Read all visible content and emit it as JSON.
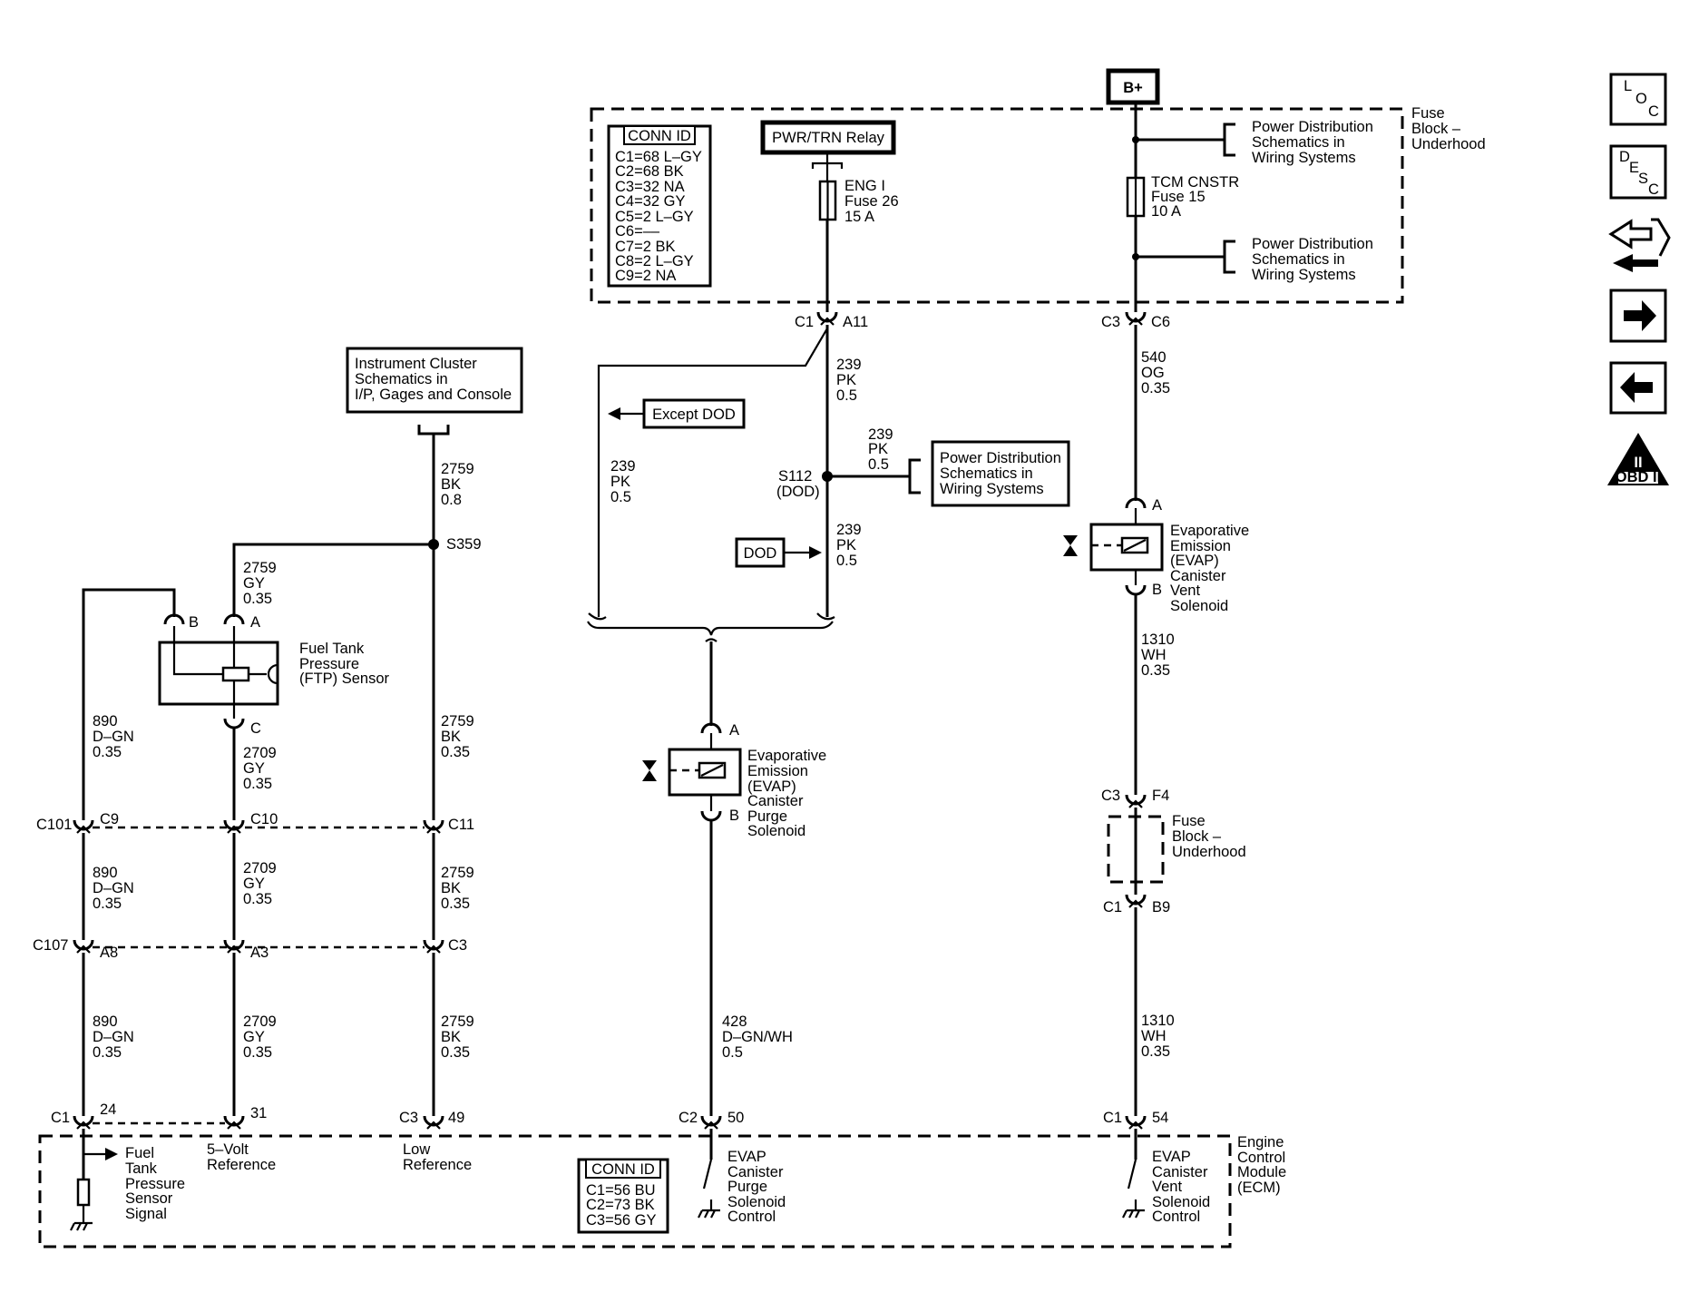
{
  "battery": {
    "label": "B+"
  },
  "fuse_block_top": {
    "label_lines": [
      "Fuse",
      "Block –",
      "Underhood"
    ]
  },
  "conn_id_top": {
    "title": "CONN ID",
    "rows": [
      "C1=68 L–GY",
      "C2=68 BK",
      "C3=32 NA",
      "C4=32 GY",
      "C5=2 L–GY",
      "C6=––",
      "C7=2 BK",
      "C8=2 L–GY",
      "C9=2 NA"
    ]
  },
  "relay": {
    "label": "PWR/TRN Relay"
  },
  "fuse_engi": {
    "lines": [
      "ENG I",
      "Fuse 26",
      "15 A"
    ]
  },
  "fuse_tcm": {
    "lines": [
      "TCM CNSTR",
      "Fuse 15",
      "10 A"
    ]
  },
  "pds_refs": {
    "top1": [
      "Power Distribution",
      "Schematics in",
      "Wiring Systems"
    ],
    "top2": [
      "Power Distribution",
      "Schematics in",
      "Wiring Systems"
    ],
    "mid": [
      "Power Distribution",
      "Schematics in",
      "Wiring Systems"
    ]
  },
  "instrument_cluster": {
    "lines": [
      "Instrument Cluster",
      "Schematics in",
      "I/P, Gages and Console"
    ]
  },
  "except_dod": {
    "label": "Except DOD"
  },
  "dod": {
    "label": "DOD"
  },
  "splices": {
    "s112": [
      "S112",
      "(DOD)"
    ],
    "s359": "S359"
  },
  "connectors": {
    "c1": "C1",
    "a11": "A11",
    "c3": "C3",
    "c6": "C6",
    "c101": "C101",
    "c9": "C9",
    "c10": "C10",
    "c11": "C11",
    "c107": "C107",
    "a8": "A8",
    "a3": "A3",
    "c3b": "C3",
    "ecm_c1a": "C1",
    "p24": "24",
    "p31": "31",
    "ecm_c3": "C3",
    "p49": "49",
    "ecm_c2": "C2",
    "p50": "50",
    "ecm_c1b": "C1",
    "p54": "54",
    "c3f": "C3",
    "f4": "F4",
    "c1b9": "C1",
    "b9": "B9",
    "ftp_b": "B",
    "ftp_a": "A",
    "ftp_c": "C",
    "purge_a": "A",
    "purge_b": "B",
    "vent_a": "A",
    "vent_b": "B"
  },
  "wires": {
    "w239_a": [
      "239",
      "PK",
      "0.5"
    ],
    "w239_b": [
      "239",
      "PK",
      "0.5"
    ],
    "w239_c": [
      "239",
      "PK",
      "0.5"
    ],
    "w239_d": [
      "239",
      "PK",
      "0.5"
    ],
    "w540": [
      "540",
      "OG",
      "0.35"
    ],
    "w1310_a": [
      "1310",
      "WH",
      "0.35"
    ],
    "w1310_b": [
      "1310",
      "WH",
      "0.35"
    ],
    "w2759_a": [
      "2759",
      "BK",
      "0.8"
    ],
    "w2759_gy": [
      "2759",
      "GY",
      "0.35"
    ],
    "w2759_b": [
      "2759",
      "BK",
      "0.35"
    ],
    "w2759_c": [
      "2759",
      "BK",
      "0.35"
    ],
    "w2759_d": [
      "2759",
      "BK",
      "0.35"
    ],
    "w890_a": [
      "890",
      "D–GN",
      "0.35"
    ],
    "w890_b": [
      "890",
      "D–GN",
      "0.35"
    ],
    "w890_c": [
      "890",
      "D–GN",
      "0.35"
    ],
    "w2709_a": [
      "2709",
      "GY",
      "0.35"
    ],
    "w2709_b": [
      "2709",
      "GY",
      "0.35"
    ],
    "w2709_c": [
      "2709",
      "GY",
      "0.35"
    ],
    "w428": [
      "428",
      "D–GN/WH",
      "0.5"
    ]
  },
  "ftp_sensor": {
    "lines": [
      "Fuel Tank",
      "Pressure",
      "(FTP) Sensor"
    ]
  },
  "purge_solenoid": {
    "lines": [
      "Evaporative",
      "Emission",
      "(EVAP)",
      "Canister",
      "Purge",
      "Solenoid"
    ]
  },
  "vent_solenoid": {
    "lines": [
      "Evaporative",
      "Emission",
      "(EVAP)",
      "Canister",
      "Vent",
      "Solenoid"
    ]
  },
  "fuse_block_mid": {
    "lines": [
      "Fuse",
      "Block –",
      "Underhood"
    ]
  },
  "ecm": {
    "name_lines": [
      "Engine",
      "Control",
      "Module",
      "(ECM)"
    ],
    "ftp_signal": [
      "Fuel",
      "Tank",
      "Pressure",
      "Sensor",
      "Signal"
    ],
    "five_volt": [
      "5–Volt",
      "Reference"
    ],
    "low_ref": [
      "Low",
      "Reference"
    ],
    "purge_ctrl": [
      "EVAP",
      "Canister",
      "Purge",
      "Solenoid",
      "Control"
    ],
    "vent_ctrl": [
      "EVAP",
      "Canister",
      "Vent",
      "Solenoid",
      "Control"
    ]
  },
  "conn_id_ecm": {
    "title": "CONN ID",
    "rows": [
      "C1=56 BU",
      "C2=73 BK",
      "C3=56 GY"
    ]
  },
  "nav_icons": [
    {
      "name": "loc-icon",
      "letters": [
        "L",
        "O",
        "C"
      ]
    },
    {
      "name": "desc-icon",
      "letters": [
        "D",
        "E",
        "S",
        "C"
      ]
    },
    {
      "name": "connector-icon"
    },
    {
      "name": "next-arrow-icon"
    },
    {
      "name": "back-arrow-icon"
    },
    {
      "name": "obd-ii-icon",
      "label": "OBD II",
      "numeral": "II"
    }
  ]
}
